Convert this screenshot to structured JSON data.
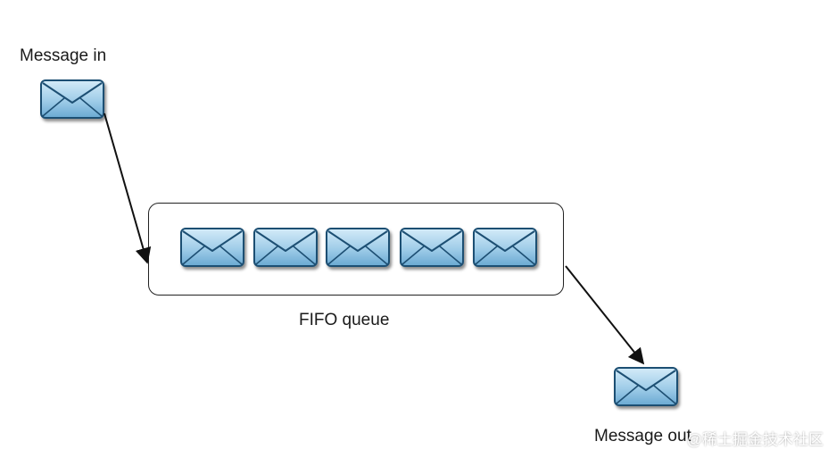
{
  "labels": {
    "message_in": "Message in",
    "fifo_queue": "FIFO queue",
    "message_out": "Message out"
  },
  "watermark": "@稀土掘金技术社区",
  "colors": {
    "envelope_fill": "#a9d3ec",
    "envelope_fill_dark": "#6fb0d8",
    "envelope_stroke": "#1f4f73",
    "queue_border": "#222222",
    "arrow": "#111111"
  },
  "icons": {
    "envelope": "envelope-icon"
  }
}
